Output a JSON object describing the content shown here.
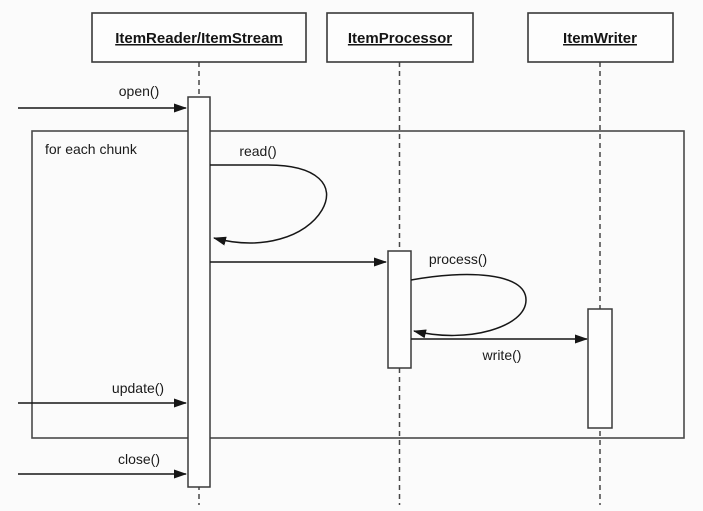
{
  "diagram": {
    "type": "uml-sequence",
    "lifelines": [
      {
        "label": "ItemReader/ItemStream"
      },
      {
        "label": "ItemProcessor"
      },
      {
        "label": "ItemWriter"
      }
    ],
    "frame": {
      "label": "for each chunk"
    },
    "messages": {
      "open": {
        "label": "open()",
        "kind": "incoming-call"
      },
      "read": {
        "label": "read()",
        "kind": "self-call"
      },
      "chunk": {
        "label": "",
        "kind": "call"
      },
      "process": {
        "label": "process()",
        "kind": "self-call"
      },
      "write": {
        "label": "write()",
        "kind": "call"
      },
      "update": {
        "label": "update()",
        "kind": "incoming-call"
      },
      "close": {
        "label": "close()",
        "kind": "incoming-call"
      }
    },
    "colors": {
      "background": "#fbfbfb",
      "line": "#3a3a3a",
      "arrow": "#161616",
      "text": "#1a1a1a",
      "bar_fill": "#fdfdfd"
    }
  }
}
